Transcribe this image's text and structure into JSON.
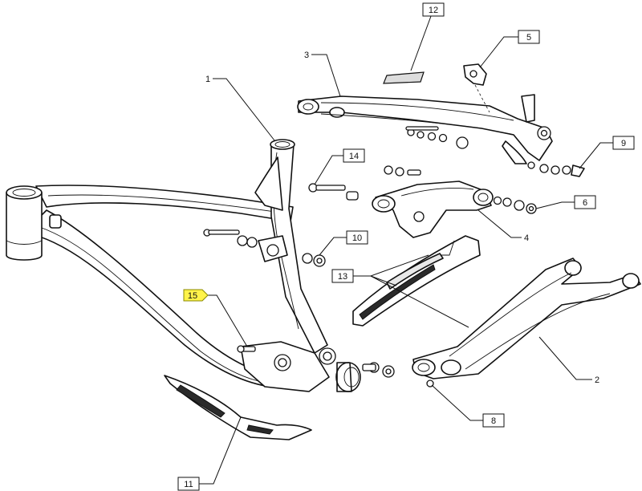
{
  "diagram": {
    "callouts": [
      {
        "id": "1",
        "label": "1",
        "highlighted": false
      },
      {
        "id": "2",
        "label": "2",
        "highlighted": false
      },
      {
        "id": "3",
        "label": "3",
        "highlighted": false
      },
      {
        "id": "4",
        "label": "4",
        "highlighted": false
      },
      {
        "id": "5",
        "label": "5",
        "highlighted": false
      },
      {
        "id": "6",
        "label": "6",
        "highlighted": false
      },
      {
        "id": "8",
        "label": "8",
        "highlighted": false
      },
      {
        "id": "9",
        "label": "9",
        "highlighted": false
      },
      {
        "id": "10",
        "label": "10",
        "highlighted": false
      },
      {
        "id": "11",
        "label": "11",
        "highlighted": false
      },
      {
        "id": "12",
        "label": "12",
        "highlighted": false
      },
      {
        "id": "13",
        "label": "13",
        "highlighted": false
      },
      {
        "id": "14",
        "label": "14",
        "highlighted": false
      },
      {
        "id": "15",
        "label": "15",
        "highlighted": true
      }
    ],
    "colors": {
      "line": "#111111",
      "highlight": "#fff34a",
      "background": "#ffffff"
    }
  }
}
